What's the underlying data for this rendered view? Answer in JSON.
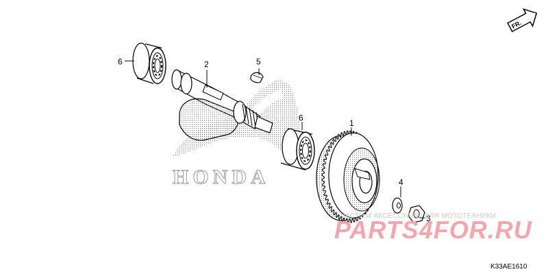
{
  "diagram": {
    "brand_logo_text": "HONDA",
    "direction_label": "FR.",
    "diagram_code": "K33AE1610",
    "part_callouts": [
      "1",
      "2",
      "3",
      "4",
      "5",
      "6",
      "6"
    ],
    "watermark": {
      "subtitle": "ЧАСТИ И АКСЕССУАРЫ ДЛЯ МОТОТЕХНИКИ",
      "brand": "PARTS4FOR.RU",
      "color": "#f2a6ad"
    },
    "colors": {
      "line": "#000000",
      "logo": "#9a9a9a"
    }
  }
}
